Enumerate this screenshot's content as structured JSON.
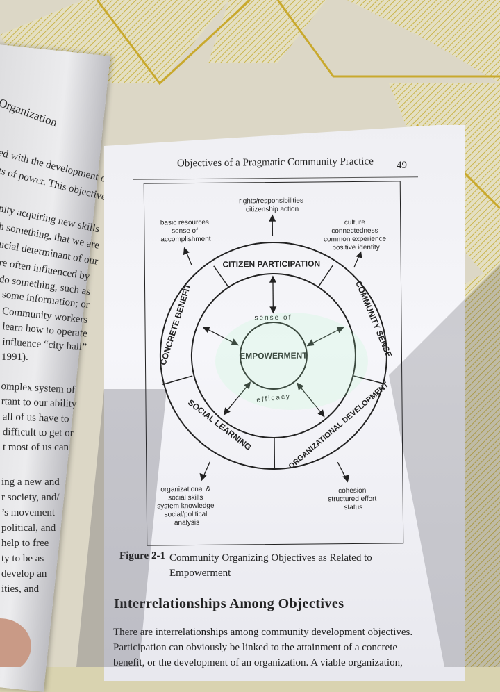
{
  "left_page": {
    "heading": "Organization",
    "lines": [
      "ed with the development of",
      "ts of power. This objective",
      "nity acquiring new skills",
      "h something, that we are",
      "ucial determinant of our",
      "re often influenced by",
      "do something, such as",
      "some information; or",
      "Community workers",
      "learn how to operate",
      "influence “city hall”",
      "1991).",
      "omplex system of",
      "rtant to our ability",
      "all of us have to",
      "difficult to get or",
      "t most of us can",
      "ing a new and",
      "r society, and/",
      "’s movement",
      "political, and",
      "help to free",
      "ty to be as",
      "develop an",
      "ities, and"
    ]
  },
  "right_page": {
    "running_header": "Objectives of a Pragmatic Community Practice",
    "page_number": "49",
    "figure": {
      "label": "Figure 2-1",
      "caption": "Community Organizing Objectives as Related to Empowerment",
      "center": "EMPOWERMENT",
      "inner_top": "sense of",
      "inner_bottom": "efficacy",
      "segments": {
        "top": "CITIZEN PARTICIPATION",
        "right": "COMMUNITY SENSE",
        "bottom_right": "ORGANIZATIONAL DEVELOPMENT",
        "bottom_left": "SOCIAL LEARNING",
        "left": "CONCRETE BENEFIT"
      },
      "outcomes": {
        "top": [
          "rights/responsibilities",
          "citizenship action"
        ],
        "top_left": [
          "basic resources",
          "sense of",
          "accomplishment"
        ],
        "top_right": [
          "culture",
          "connectedness",
          "common experience",
          "positive identity"
        ],
        "bottom_left": [
          "organizational &",
          "social skills",
          "system knowledge",
          "social/political",
          "analysis"
        ],
        "bottom_right": [
          "cohesion",
          "structured effort",
          "status"
        ]
      }
    },
    "section_title": "Interrelationships Among Objectives",
    "body_lines": [
      "There are interrelationships among community development objectives.",
      "Participation can obviously be linked to the attainment of a concrete",
      "benefit, or the development of an organization. A viable organization,"
    ]
  }
}
